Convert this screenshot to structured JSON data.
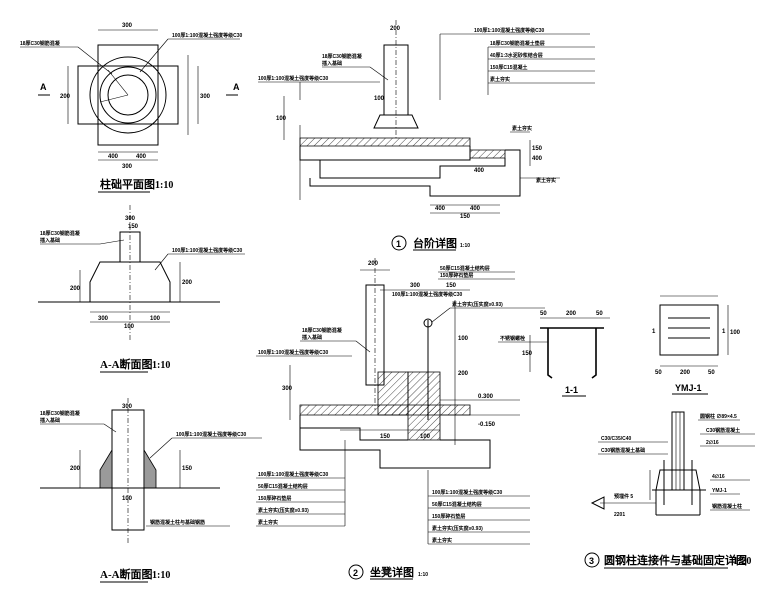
{
  "sections": {
    "column_plan": {
      "title": "柱础平面图",
      "scale": "1:10",
      "section_mark": "A",
      "note_top_left": "18厚C30钢筋混凝",
      "note_top_right": "100厚1:100混凝土强度等级C30",
      "dims": [
        "300",
        "400",
        "400",
        "300",
        "200",
        "300"
      ]
    },
    "section_a1": {
      "title": "A-A断面图",
      "scale": "1:10",
      "note_a": "18厚C30钢筋混凝",
      "note_b": "插入基础",
      "note_c": "100厚1:100混凝土强度等级C30",
      "dims": [
        "300",
        "150",
        "300",
        "100",
        "100",
        "200",
        "200"
      ]
    },
    "section_a2": {
      "title": "A-A断面图",
      "scale": "1:10",
      "note_a": "18厚C30钢筋混凝",
      "note_b": "插入基础",
      "note_c": "100厚1:100混凝土强度等级C30",
      "note_d": "钢筋混凝土柱与基础钢筋",
      "dims": [
        "200",
        "150",
        "300",
        "100"
      ]
    },
    "step_detail": {
      "number": "1",
      "title": "台阶详图",
      "scale": "1:10",
      "notes": [
        "100厚1:100混凝土强度等级C30",
        "18厚C30钢筋混凝",
        "插入基础",
        "18厚C30钢筋混凝土垫层",
        "40厚1:3水泥砂浆结合层",
        "150厚C15混凝土",
        "素土夯实",
        "素土夯实"
      ],
      "dims": [
        "200",
        "400",
        "400",
        "150",
        "100",
        "150",
        "400",
        "400",
        "100"
      ]
    },
    "bench_detail": {
      "number": "2",
      "title": "坐凳详图",
      "scale": "1:10",
      "labels_left": [
        "18厚C30钢筋混凝",
        "插入基础",
        "100厚1:100混凝土强度等级C30"
      ],
      "labels_bottom_left": [
        "100厚1:100混凝土强度等级C30",
        "50厚C15混凝土结构层",
        "150厚碎石垫层",
        "素土夯实(压实度≥0.93)",
        "素土夯实"
      ],
      "labels_bottom_right": [
        "100厚1:100混凝土强度等级C30",
        "50厚C15混凝土结构层",
        "150厚碎石垫层",
        "素土夯实(压实度≥0.93)",
        "素土夯实"
      ],
      "elev": [
        "0.300",
        "-0.150"
      ],
      "dims": [
        "200",
        "300",
        "150",
        "300",
        "100",
        "200",
        "150",
        "100"
      ]
    },
    "section_11": {
      "title": "1-1",
      "dims": [
        "50",
        "200",
        "50",
        "150"
      ],
      "note": "不锈钢螺栓"
    },
    "ymj": {
      "title": "YMJ-1",
      "dims": [
        "50",
        "200",
        "50",
        "100"
      ],
      "marks": [
        "1",
        "1"
      ]
    },
    "steel_column": {
      "number": "3",
      "title": "圆钢柱连接件与基础固定详图",
      "scale": "1:20",
      "notes": [
        "圆钢柱 ∅89×4.5",
        "C30钢筋混凝土",
        "2∅16",
        "C30/C35/C40",
        "C30钢筋混凝土基础",
        "YMJ-1",
        "4∅16",
        "钢筋混凝土柱",
        "预埋件 5",
        "2201"
      ]
    }
  }
}
